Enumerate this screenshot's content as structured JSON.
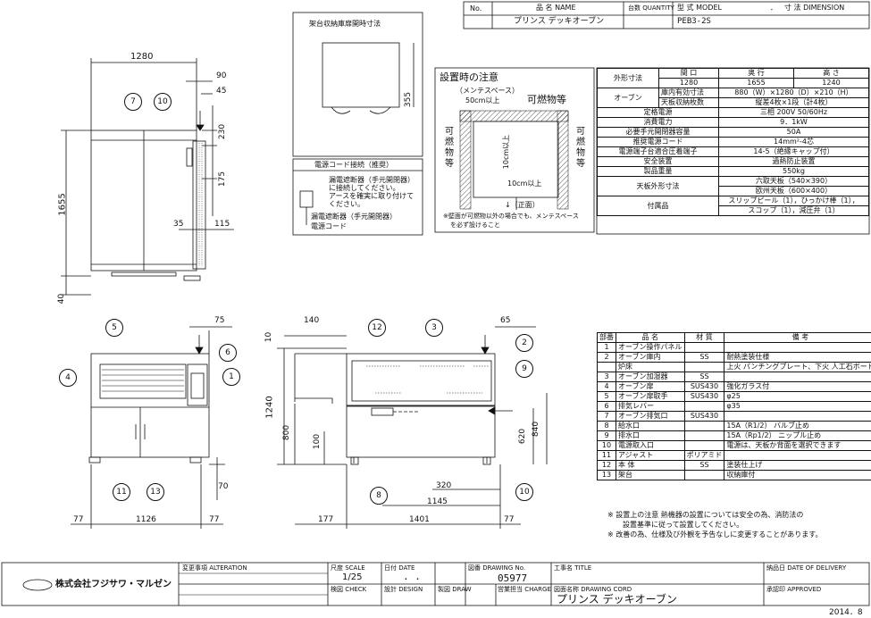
{
  "header": {
    "no_label": "No.",
    "name_label": "品 名 NAME",
    "qty_label": "台数 QUANTITY",
    "model_label": "型 式 MODEL",
    "dim_label": "寸 法 DIMENSION",
    "dot": "．",
    "product_name": "プリンス デッキオーブン",
    "model": "PEB3-2S"
  },
  "front_view": {
    "w_total": "1280",
    "d90": "90",
    "d45": "45",
    "d355": "355",
    "d230": "230",
    "d175": "175",
    "d35": "35",
    "d115": "115",
    "h1655": "1655",
    "h40": "40",
    "balloons": [
      "7",
      "10"
    ]
  },
  "door_box": {
    "title": "架台収納庫扉開時寸法"
  },
  "cord_box": {
    "title": "電源コード接続（推奨）",
    "line1": "漏電遮断器（手元開閉器）",
    "line2": "に接続してください。",
    "line3": "アースを確実に取り付けて",
    "line4": "ください。",
    "leg1": "漏電遮断器（手元開閉器）",
    "leg2": "電源コード"
  },
  "install": {
    "title": "設置時の注意",
    "maint": "（メンテスペース）",
    "m50": "50cm以上",
    "combustible": "可燃物等",
    "left_label": "可燃物等",
    "right_label": "可燃物等",
    "m10a": "10cm以上",
    "m10b": "10cm以上",
    "front": "↓（正面）",
    "note1": "※壁面が可燃物以外の場合でも、メンテスペース",
    "note2": "を必ず設けること"
  },
  "spec": {
    "rows": [
      {
        "label": "外形寸法",
        "sub": "",
        "v": ""
      },
      {
        "label": "オーブン",
        "sub": "庫内有効寸法",
        "v": "880（W）×1280（D）×210（H）"
      },
      {
        "label": "",
        "sub": "天板収納枚数",
        "v": "縦差4枚×1段（計4枚）"
      },
      {
        "label": "定格電源",
        "sub": "",
        "v": "三相 200V 50/60Hz"
      },
      {
        "label": "消費電力",
        "sub": "",
        "v": "9．1kW"
      },
      {
        "label": "必要手元開閉器容量",
        "sub": "",
        "v": "50A"
      },
      {
        "label": "推奨電源コード",
        "sub": "",
        "v": "14mm²-4芯"
      },
      {
        "label": "電源端子台適合圧着端子",
        "sub": "",
        "v": "14-5（絶縁キャップ付）"
      },
      {
        "label": "安全装置",
        "sub": "",
        "v": "過熱防止装置"
      },
      {
        "label": "製品重量",
        "sub": "",
        "v": "550kg"
      },
      {
        "label": "天板外形寸法",
        "sub": "",
        "v": "六取天板（540×390）"
      },
      {
        "label": "",
        "sub": "",
        "v": "欧州天板（600×400）"
      },
      {
        "label": "付属品",
        "sub": "",
        "v": "スリップピール（1），ひっかけ棒（1），"
      },
      {
        "label": "",
        "sub": "",
        "v": "スコップ（1），減圧弁（1）"
      }
    ],
    "dim_heads": [
      "間 口",
      "奥 行",
      "高 さ"
    ],
    "dim_vals": [
      "1280",
      "1655",
      "1240"
    ]
  },
  "parts": {
    "heads": [
      "部番",
      "品 名",
      "材 質",
      "備 考"
    ],
    "rows": [
      [
        "1",
        "オーブン操作パネル",
        "",
        ""
      ],
      [
        "2",
        "オーブン庫内",
        "SS",
        "耐熱塗装仕様"
      ],
      [
        "",
        "炉床",
        "",
        "上火 パンチングプレート、下火 人工石ボード"
      ],
      [
        "3",
        "オーブン加湿器",
        "SS",
        ""
      ],
      [
        "4",
        "オーブン扉",
        "SUS430",
        "強化ガラス付"
      ],
      [
        "5",
        "オーブン扉取手",
        "SUS430",
        "φ25"
      ],
      [
        "6",
        "排気レバー",
        "",
        "φ35"
      ],
      [
        "7",
        "オーブン排気口",
        "SUS430",
        ""
      ],
      [
        "8",
        "給水口",
        "",
        "15A（R1/2） バルブ止め"
      ],
      [
        "9",
        "排水口",
        "",
        "15A（Rp1/2） ニップル止め"
      ],
      [
        "10",
        "電源取入口",
        "",
        "電源は、天板か背面を選択できます"
      ],
      [
        "11",
        "アジャスト",
        "ポリアミド",
        ""
      ],
      [
        "12",
        "本 体",
        "SS",
        "塗装仕上げ"
      ],
      [
        "13",
        "架台",
        "",
        "収納庫付"
      ]
    ]
  },
  "notes": [
    "※ 設置上の注意 熱機器の設置については安全の為、消防法の",
    "設置基準に従って設置してください。",
    "※ 改善の為、仕様及び外観を予告なしに変更することがあります。"
  ],
  "lower_front": {
    "d75": "75",
    "d70": "70",
    "d77a": "77",
    "d1126": "1126",
    "d77b": "77",
    "balloons": [
      "5",
      "6",
      "4",
      "1",
      "11",
      "13"
    ]
  },
  "side_view": {
    "d140": "140",
    "d65": "65",
    "d10": "10",
    "d1240": "1240",
    "d800": "800",
    "d100": "100",
    "d620": "620",
    "d840": "840",
    "d320": "320",
    "d1145": "1145",
    "d177": "177",
    "d1401": "1401",
    "d77": "77",
    "balloons": [
      "12",
      "3",
      "2",
      "9",
      "8",
      "10"
    ]
  },
  "title_block": {
    "company": "株式会社フジサワ・マルゼン",
    "alteration": "変更事項 ALTERATION",
    "scale_label": "尺度 SCALE",
    "scale": "1/25",
    "date_label": "日付 DATE",
    "date_val": "．    ．",
    "drawing_no_label": "図番 DRAWING No.",
    "drawing_no": "05977",
    "title_label": "工事名 TITLE",
    "delivery_label": "納品日 DATE OF DELIVERY",
    "check_label": "検図 CHECK",
    "design_label": "設計 DESIGN",
    "draw_label": "製図 DRAW",
    "charge_label": "営業担当 CHARGE",
    "cord_label": "図面名称 DRAWING CORD",
    "cord_val": "プリンス デッキオーブン",
    "approved_label": "承認印 APPROVED",
    "year": "2014．8"
  }
}
